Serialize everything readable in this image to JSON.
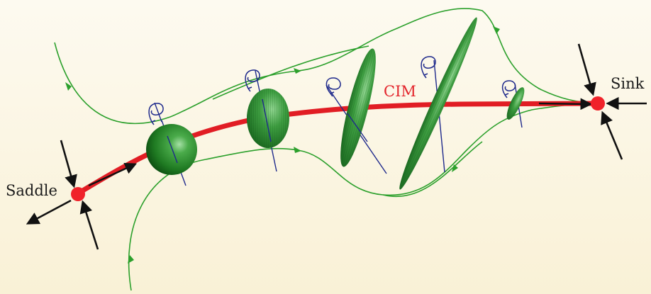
{
  "labels": {
    "saddle": "Saddle",
    "sink": "Sink",
    "manifold": "CIM"
  },
  "colors": {
    "background_top": "#fdfaf0",
    "background_bottom": "#f9f1d6",
    "manifold": "#e11d24",
    "fixed_point": "#f0222a",
    "trajectory": "#2ca02c",
    "ellipsoid_light": "#6cc56c",
    "ellipsoid_dark": "#0f5d14",
    "fiber": "#1f2a8c",
    "arrow": "#111111"
  },
  "elements": {
    "fixed_points": [
      "saddle",
      "sink"
    ],
    "ellipsoid_count": 5,
    "trajectory_count": 4,
    "fiber_count": 5
  }
}
